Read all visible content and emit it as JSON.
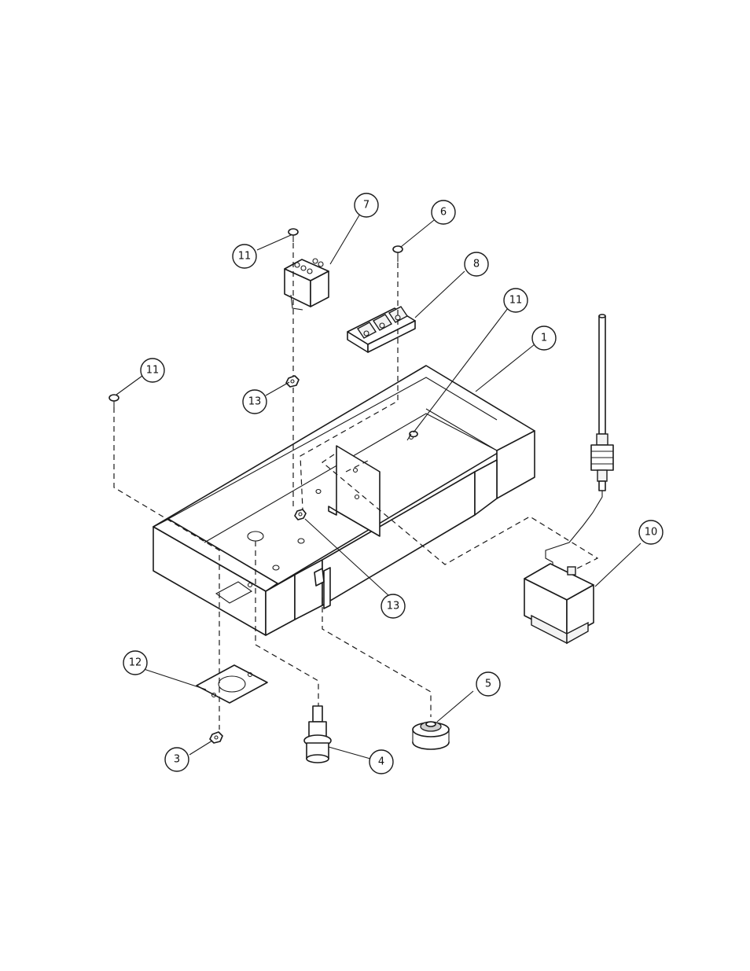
{
  "callouts": [
    {
      "id": "c11a",
      "label": "11"
    },
    {
      "id": "c7",
      "label": "7"
    },
    {
      "id": "c6",
      "label": "6"
    },
    {
      "id": "c8",
      "label": "8"
    },
    {
      "id": "c11b",
      "label": "11"
    },
    {
      "id": "c1",
      "label": "1"
    },
    {
      "id": "c11c",
      "label": "11"
    },
    {
      "id": "c13a",
      "label": "13"
    },
    {
      "id": "c13b",
      "label": "13"
    },
    {
      "id": "c10",
      "label": "10"
    },
    {
      "id": "c12",
      "label": "12"
    },
    {
      "id": "c5",
      "label": "5"
    },
    {
      "id": "c3",
      "label": "3"
    },
    {
      "id": "c4",
      "label": "4"
    }
  ]
}
